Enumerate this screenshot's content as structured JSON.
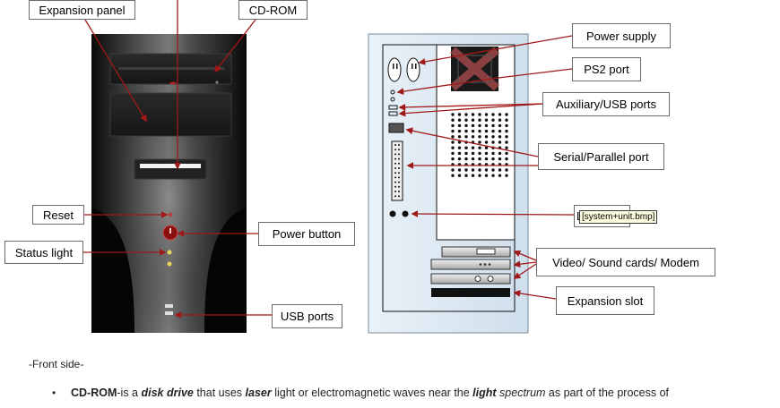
{
  "labels": {
    "expansion_panel": "Expansion panel",
    "cd_rom": "CD-ROM",
    "reset": "Reset",
    "status_light": "Status light",
    "power_button": "Power button",
    "usb_ports": "USB ports",
    "power_supply": "Power supply",
    "ps2_port": "PS2 port",
    "aux_usb_ports": "Auxiliary/USB ports",
    "serial_parallel": "Serial/Parallel port",
    "hidden_label": "L",
    "video_sound": "Video/ Sound cards/ Modem",
    "expansion_slot": "Expansion slot"
  },
  "tooltip": "[system+unit.bmp]",
  "text": {
    "front_side": "-Front side-",
    "bullet": "•",
    "cdrom_term": "CD-ROM",
    "p1": "-is a ",
    "disk_drive": "disk drive",
    "p2": " that uses ",
    "laser": "laser",
    "p3": " light or electromagnetic waves near the ",
    "light": "light",
    "p4": " ",
    "spectrum": "spectrum",
    "p5": " as part of the process of"
  },
  "colors": {
    "arrow": "#a01818",
    "case_dark": "#111111",
    "rear_panel": "#dde9f3"
  }
}
